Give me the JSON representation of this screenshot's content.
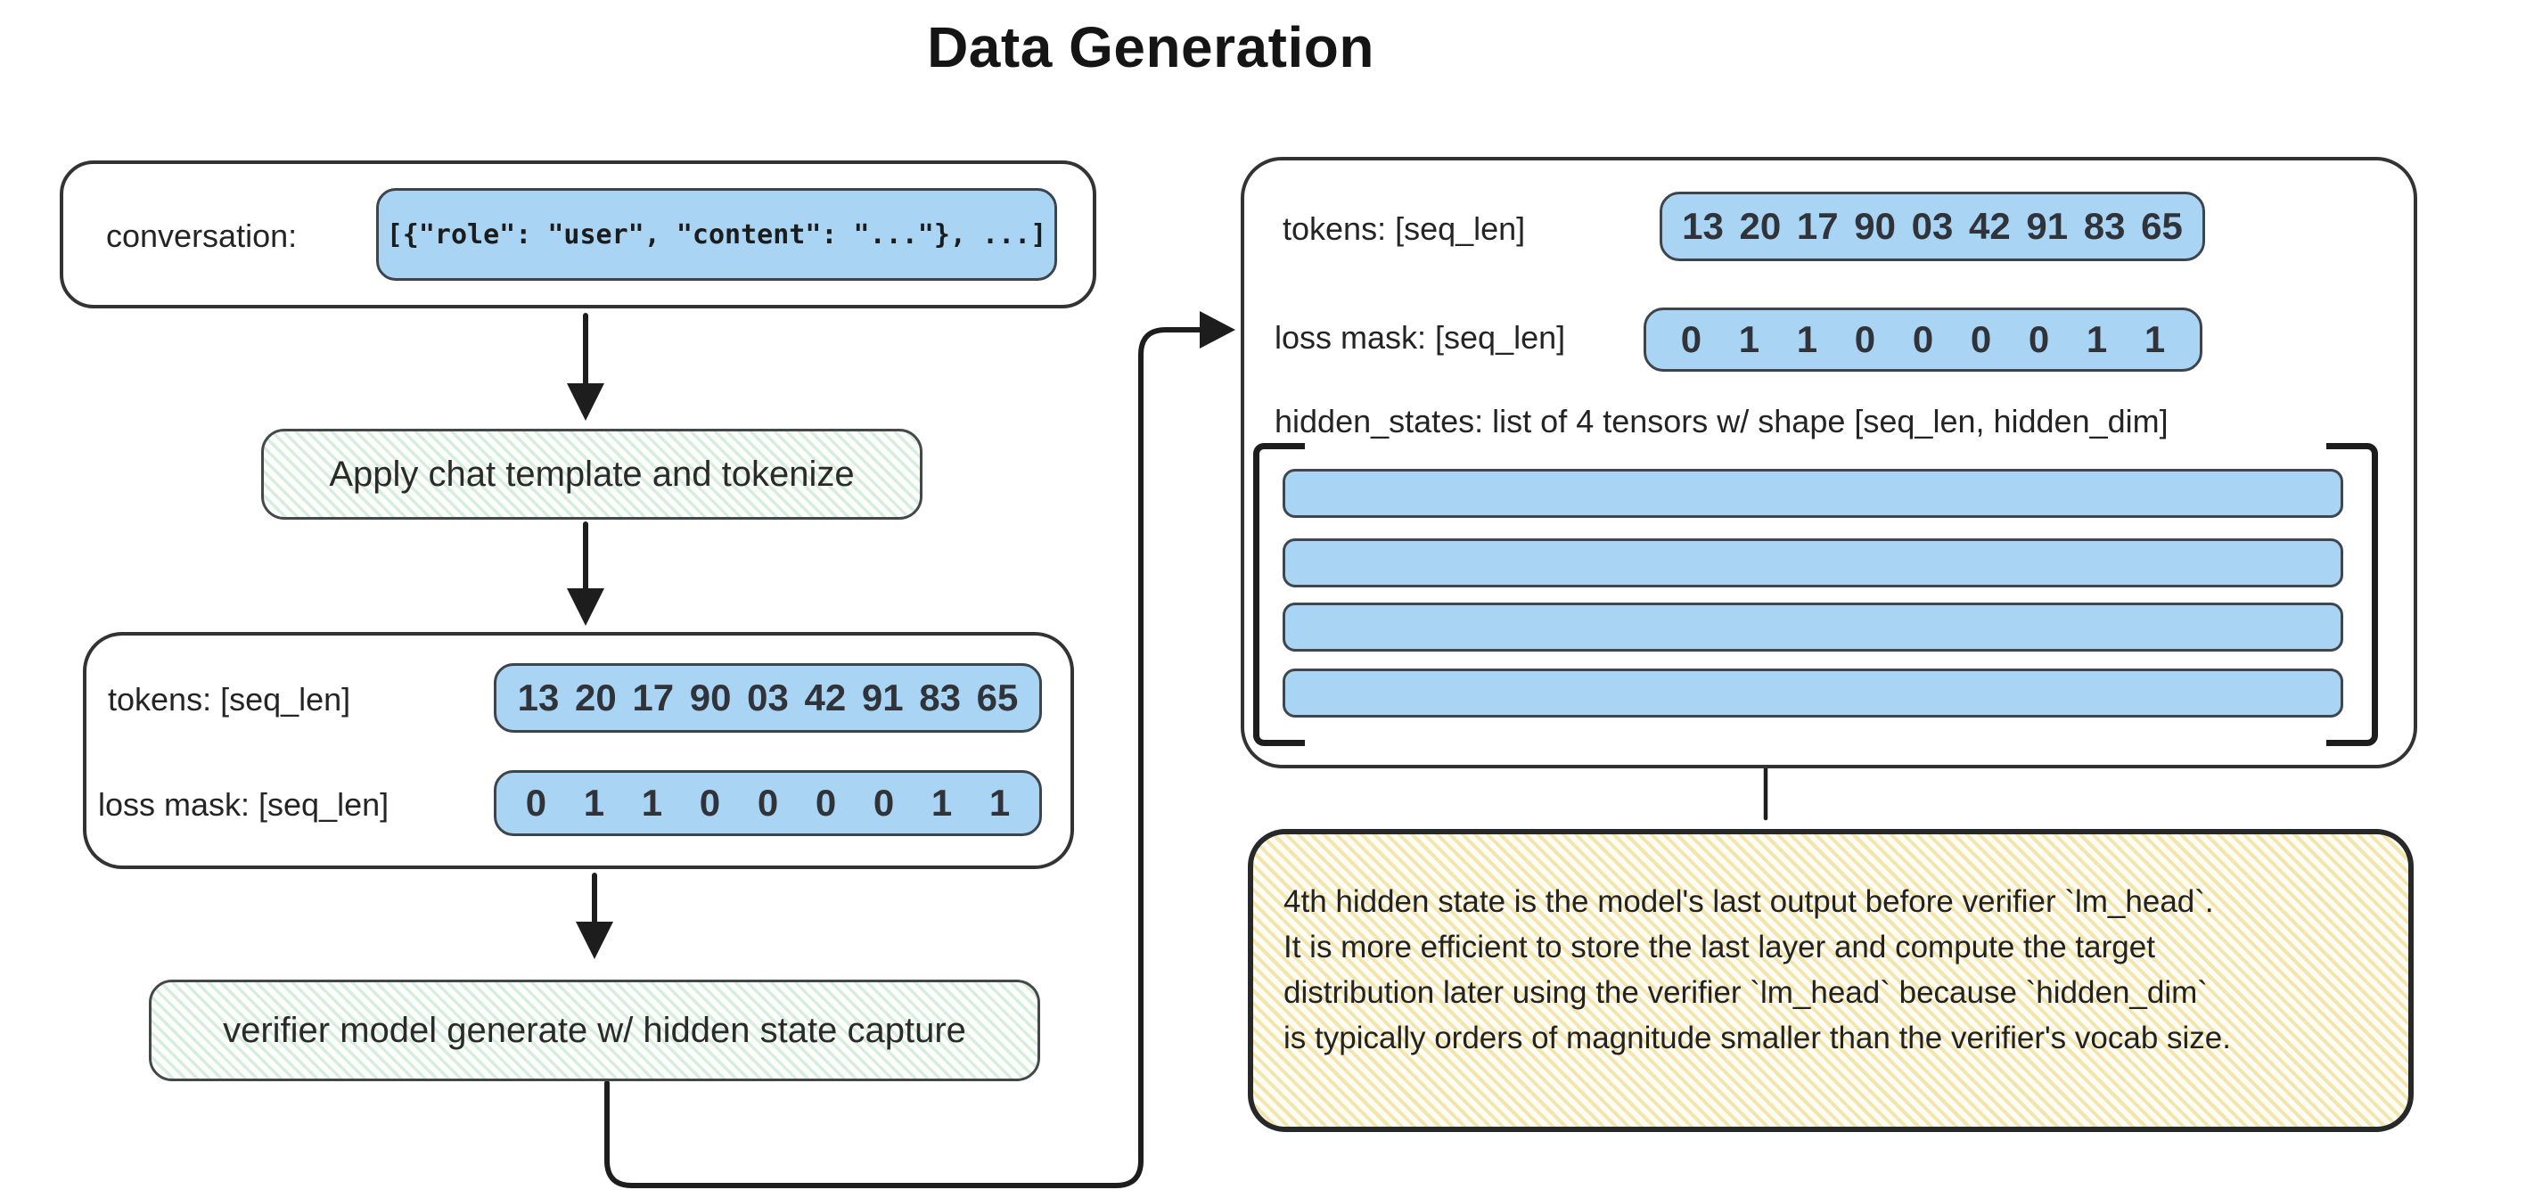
{
  "title": "Data Generation",
  "colors": {
    "blue_fill": "#a9d4f3",
    "green_hatch": "#d7eedd",
    "yellow_hatch": "#f3e5ad",
    "stroke": "#1d1d1d"
  },
  "left": {
    "conversation_label": "conversation:",
    "conversation_code": "[{\"role\": \"user\", \"content\": \"...\"}, ...]",
    "step_tokenize": "Apply chat template and tokenize",
    "tokens_label": "tokens: [seq_len]",
    "tokens_values": "13 20 17 90 03 42 91 83 65",
    "loss_mask_label": "loss mask: [seq_len]",
    "loss_mask_values": "0 1 1 0 0 0 0 1 1",
    "step_generate": "verifier model generate w/ hidden state capture"
  },
  "right": {
    "tokens_label": "tokens: [seq_len]",
    "tokens_values": "13 20 17 90 03 42 91 83 65",
    "loss_mask_label": "loss mask: [seq_len]",
    "loss_mask_values": "0 1 1 0 0 0 0 1 1",
    "hidden_states_label": "hidden_states: list of 4 tensors w/ shape [seq_len, hidden_dim]",
    "hidden_states_count": 4,
    "note_lines": [
      "4th hidden state is the model's last output before verifier `lm_head`.",
      "It is more efficient to store the last layer and compute the target",
      "distribution later using the verifier `lm_head` because `hidden_dim`",
      "is typically orders of magnitude smaller than the verifier's vocab size."
    ]
  }
}
